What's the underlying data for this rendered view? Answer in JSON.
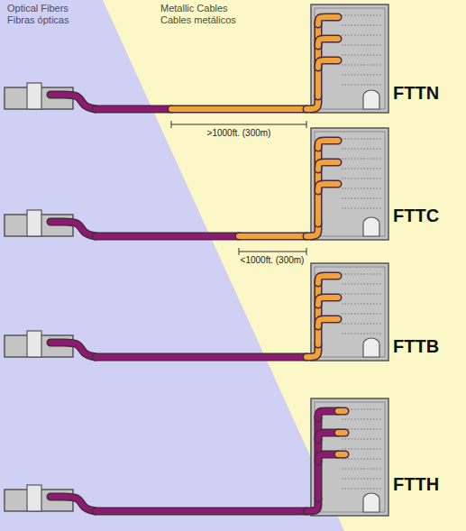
{
  "diagram": {
    "labels": [
      "Optical Fibers",
      "Fibras ópticas",
      "Metallic Cables",
      "Cables metálicos",
      ">1000ft. (300m)",
      "FTTN",
      "<1000ft. (300m)",
      "FTTC",
      "FTTB",
      "FTTH"
    ]
  }
}
